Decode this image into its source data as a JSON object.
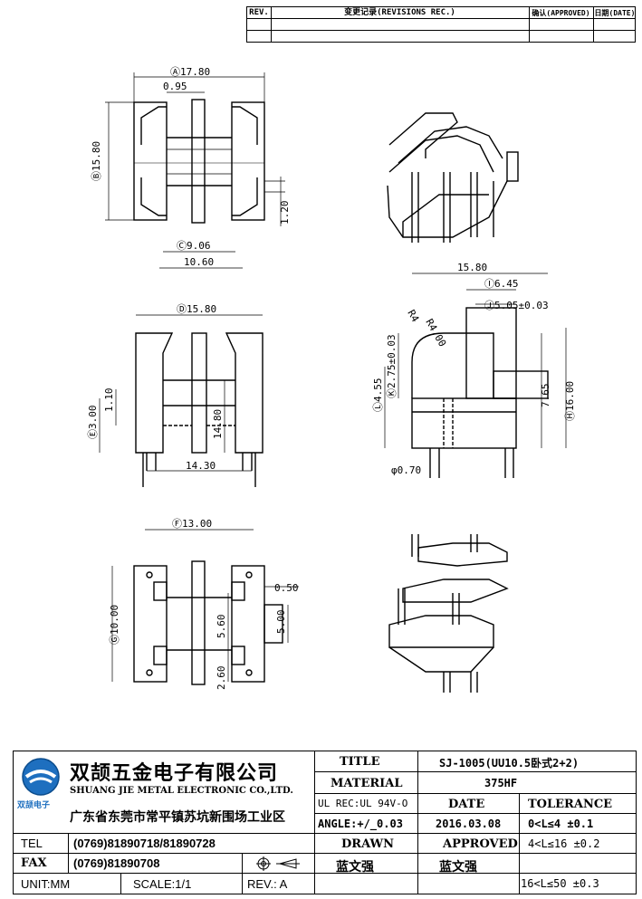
{
  "revision_table": {
    "rev": "REV.",
    "change": "变更记录(REVISIONS REC.)",
    "approved": "确认(APPROVED)",
    "date": "日期(DATE)"
  },
  "dimensions": {
    "top_width": "Ⓐ17.80",
    "top_095": "0.95",
    "top_height": "Ⓑ15.80",
    "top_120": "1.20",
    "top_906": "Ⓒ9.06",
    "top_1060": "10.60",
    "front_width": "Ⓓ15.80",
    "front_300": "Ⓔ3.00",
    "front_110": "1.10",
    "front_1480": "14.80",
    "front_1430": "14.30",
    "side_1580": "15.80",
    "side_645": "Ⓘ6.45",
    "side_505": "Ⓙ5.05±0.03",
    "side_r400": "R4.00",
    "side_r4": "R4",
    "side_275": "Ⓚ2.75±0.03",
    "side_455": "Ⓛ4.55",
    "side_765": "7.65",
    "side_1600": "Ⓗ16.00",
    "side_070": "φ0.70",
    "bottom_1300": "Ⓕ13.00",
    "bottom_050": "0.50",
    "bottom_1000": "Ⓖ10.00",
    "bottom_560": "5.60",
    "bottom_500": "5.00",
    "bottom_260": "2.60"
  },
  "title_block": {
    "company_cn": "双颉五金电子有限公司",
    "company_en": "SHUANG JIE METAL ELECTRONIC CO.,LTD.",
    "address": "广东省东莞市常平镇苏坑新围场工业区",
    "logo_text": "双颉电子",
    "tel_label": "TEL",
    "tel_value": "(0769)81890718/81890728",
    "fax_label": "FAX",
    "fax_value": "(0769)81890708",
    "unit": "UNIT:MM",
    "scale": "SCALE:1/1",
    "rev": "REV.:  A",
    "title_label": "TITLE",
    "title_value": "SJ-1005(UU10.5卧式2+2)",
    "material_label": "MATERIAL",
    "material_value": "375HF",
    "ul_rec": "UL REC:UL 94V-O",
    "date_label": "DATE",
    "tolerance_label": "TOLERANCE",
    "angle": "ANGLE:+/_0.03",
    "date_value": "2016.03.08",
    "tol_1": "0<L≤4   ±0.1",
    "drawn_label": "DRAWN",
    "approved_label": "APPROVED",
    "tol_2": "4<L≤16  ±0.2",
    "drawn_value": "蓝文强",
    "approved_value": "蓝文强",
    "tol_3": "16<L≤50  ±0.3"
  }
}
